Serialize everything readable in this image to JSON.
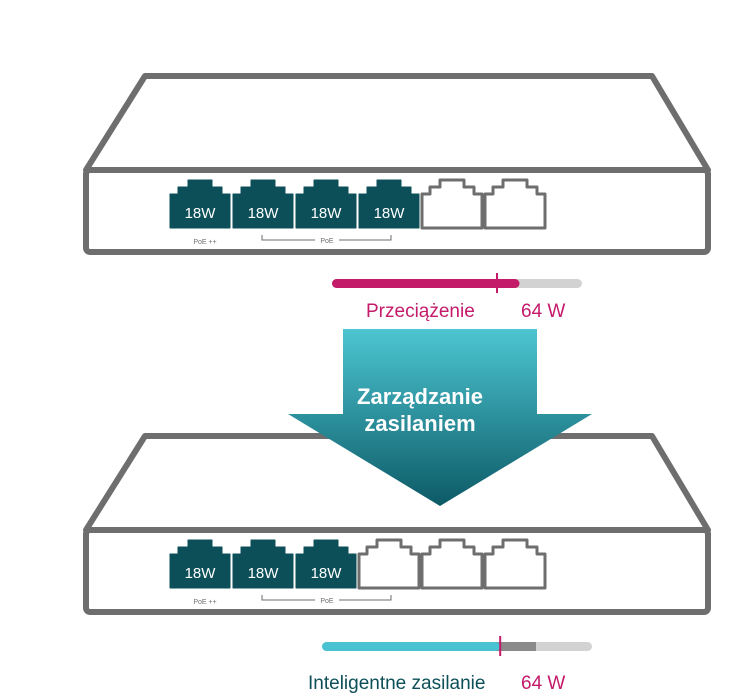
{
  "colors": {
    "outline": "#6e6e6e",
    "port_fill": "#0c4f58",
    "overload": "#c41a6a",
    "smart": "#49c3d1",
    "track": "#d2d2d2",
    "arrow_top": "#4cc6d2",
    "arrow_bottom": "#0c5a66"
  },
  "icons": {
    "port_active": "rj45-port-icon-filled",
    "port_empty": "rj45-port-icon-outline"
  },
  "top_switch": {
    "ports": [
      {
        "label": "18W",
        "active": true
      },
      {
        "label": "18W",
        "active": true
      },
      {
        "label": "18W",
        "active": true
      },
      {
        "label": "18W",
        "active": true
      },
      {
        "label": "",
        "active": false
      },
      {
        "label": "",
        "active": false
      }
    ],
    "poe_plus_label": "PoE ++",
    "poe_label": "PoE"
  },
  "top_meter": {
    "status_label": "Przeciążenie",
    "power_value": "64 W",
    "fill_fraction": 0.75,
    "limit_fraction": 0.66
  },
  "arrow": {
    "line1": "Zarządzanie",
    "line2": "zasilaniem"
  },
  "bottom_switch": {
    "ports": [
      {
        "label": "18W",
        "active": true
      },
      {
        "label": "18W",
        "active": true
      },
      {
        "label": "18W",
        "active": true
      },
      {
        "label": "",
        "active": false
      },
      {
        "label": "",
        "active": false
      },
      {
        "label": "",
        "active": false
      }
    ],
    "poe_plus_label": "PoE ++",
    "poe_label": "PoE"
  },
  "bottom_meter": {
    "status_label": "Inteligentne zasilanie",
    "power_value": "64 W",
    "fill_fraction": 0.66,
    "limit_fraction": 0.66
  }
}
